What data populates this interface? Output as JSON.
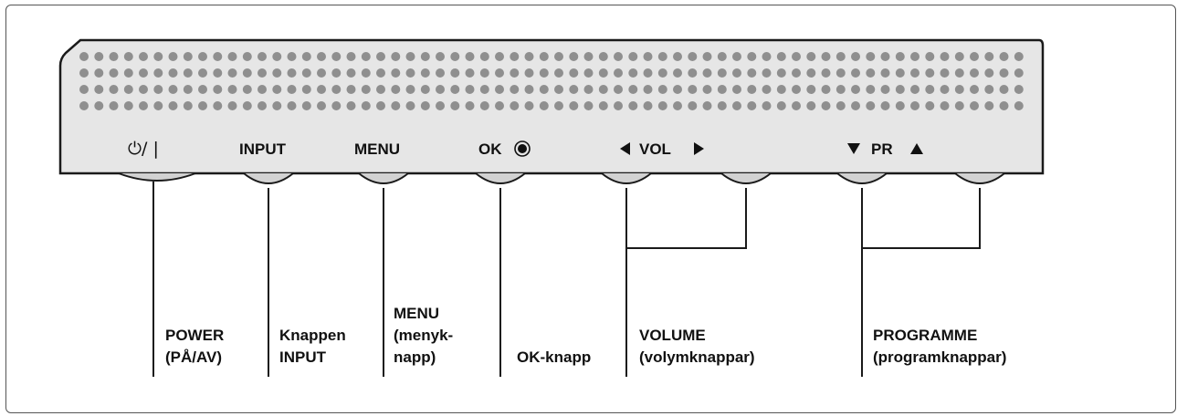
{
  "panel": {
    "power_symbol": "⏻/ |",
    "input_label": "INPUT",
    "menu_label": "MENU",
    "ok_label": "OK",
    "vol_label": "VOL",
    "pr_label": "PR"
  },
  "callouts": {
    "power": "POWER\n(PÅ/AV)",
    "input": "Knappen\nINPUT",
    "menu": "MENU\n(menyk-\nnapp)",
    "ok": "OK-knapp",
    "volume": "VOLUME\n(volymknappar)",
    "programme": "PROGRAMME\n(programknappar)"
  },
  "colors": {
    "panel_fill": "#e6e6e6",
    "panel_stroke": "#1a1a1a",
    "dot": "#8f8f8f"
  }
}
